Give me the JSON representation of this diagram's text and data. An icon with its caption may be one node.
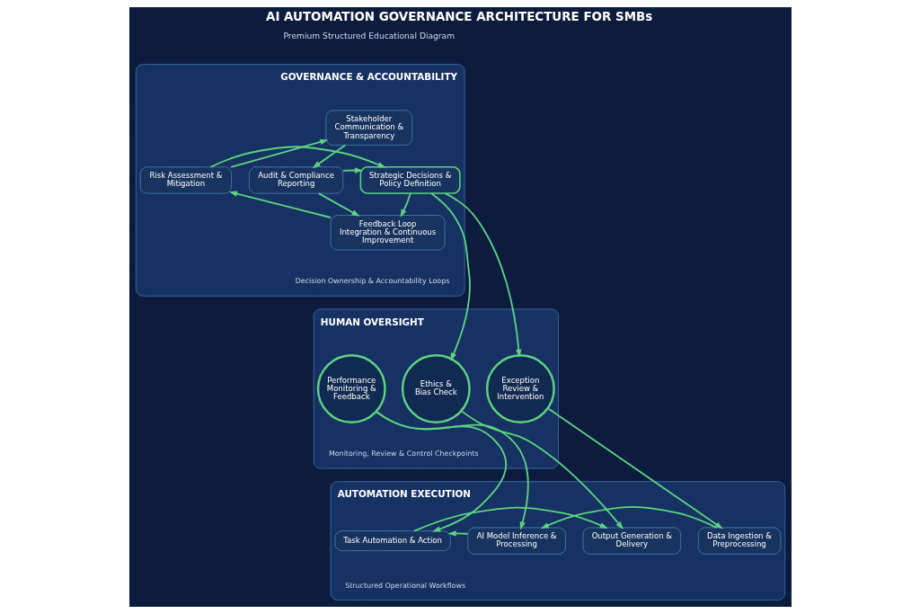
{
  "diagram": {
    "title": "AI AUTOMATION GOVERNANCE ARCHITECTURE FOR SMBs",
    "nodes": [
      {
        "text": [
          "GOVERNANCE & ACCOUNTABILITY",
          "Decision Ownership & Accountability Loops"
        ]
      },
      {
        "text": [
          "Stakeholder Communication & Transparency"
        ],
        "in": 0
      },
      {
        "text": [
          "Risk Assessment & Mitigation"
        ],
        "in": 0
      },
      {
        "text": [
          "Strategic Decisions & Policy Definition"
        ],
        "in": 0
      },
      {
        "text": [
          "Audit & Compliance Reporting"
        ],
        "in": 0
      },
      {
        "text": [
          "Feedback Loop Integration & Continuous Improvement"
        ],
        "in": 0
      },
      {
        "text": [
          "HUMAN OVERSIGHT",
          "Monitoring, Review & Control Checkpoints"
        ]
      },
      {
        "text": [
          "Exception Review & Intervention"
        ],
        "in": 6
      },
      {
        "text": [
          "Performance Monitoring & Feedback"
        ],
        "in": 6
      },
      {
        "text": [
          "Ethics & Bias Check"
        ],
        "in": 6
      },
      {
        "text": [
          "AUTOMATION EXECUTION",
          "Structured Operational Workflows"
        ]
      },
      {
        "text": [
          "Data Ingestion & Preprocessing"
        ],
        "in": 10
      },
      {
        "text": [
          "AI Model Inference & Processing"
        ],
        "in": 10
      },
      {
        "text": [
          "Task Automation & Action"
        ],
        "in": 10
      },
      {
        "text": [
          "Output Generation & Delivery"
        ],
        "in": 10
      }
    ],
    "edges": [
      {
        "from": 2,
        "to": 1,
        "arrow": "to"
      },
      {
        "from": 1,
        "to": 4,
        "arrow": "to"
      },
      {
        "from": 2,
        "to": 3,
        "arrow": "to"
      },
      {
        "from": 4,
        "to": 3,
        "arrow": "to"
      },
      {
        "from": 3,
        "to": 5,
        "arrow": "to"
      },
      {
        "from": 4,
        "to": 5,
        "arrow": "to"
      },
      {
        "from": 5,
        "to": 2,
        "arrow": "to"
      },
      {
        "from": 3,
        "to": 7,
        "arrow": "to"
      },
      {
        "from": 3,
        "to": 9,
        "arrow": "to"
      },
      {
        "from": 7,
        "to": 11,
        "arrow": "to"
      },
      {
        "from": 8,
        "to": 12,
        "arrow": "to"
      },
      {
        "from": 8,
        "to": 13,
        "arrow": "to"
      },
      {
        "from": 9,
        "to": 14,
        "arrow": "to"
      },
      {
        "from": 11,
        "to": 12,
        "arrow": "to"
      },
      {
        "from": 12,
        "to": 13,
        "arrow": "to"
      },
      {
        "from": 13,
        "to": 14,
        "arrow": "to"
      }
    ],
    "labels": [
      "Premium Structured Educational Diagram"
    ]
  }
}
